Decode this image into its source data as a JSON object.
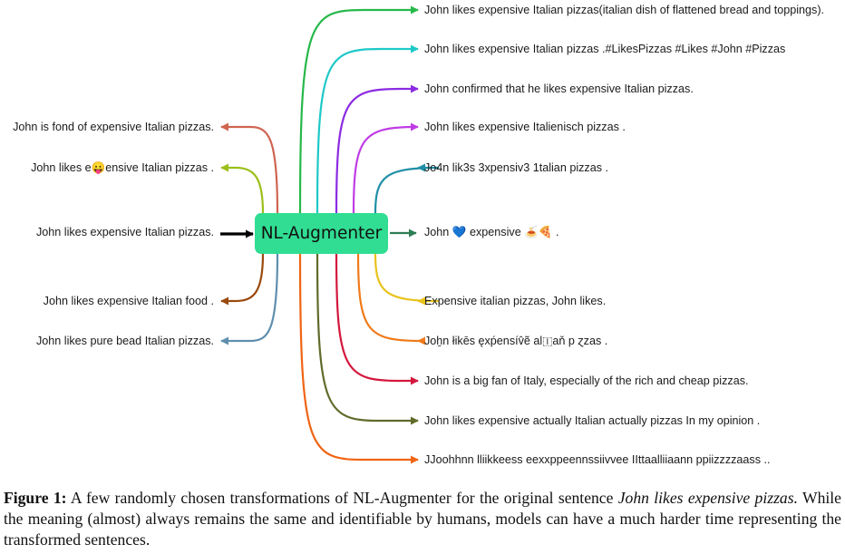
{
  "center_node": {
    "label": "NL-Augmenter"
  },
  "original_sentence": {
    "text": "John likes expensive Italian pizzas."
  },
  "right_sentences": [
    {
      "text": "John likes expensive Italian pizzas(italian dish of flattened bread and toppings).",
      "color": "#27b84a"
    },
    {
      "text": "John likes expensive Italian pizzas .#LikesPizzas #Likes #John #Pizzas",
      "color": "#1ec8c8"
    },
    {
      "text": "John confirmed that he likes expensive Italian pizzas.",
      "color": "#8b2be2"
    },
    {
      "text": "John likes expensive Italienisch pizzas .",
      "color": "#c03ce6"
    },
    {
      "text": "Jo4n lik3s 3xpensiv3 1talian pizzas .",
      "color": "#1f8fa6"
    },
    {
      "text": "John 💙 expensive 🍝🍕 .",
      "color": "#2e7d55"
    },
    {
      "text": "Expensive italian pizzas, John likes.",
      "color": "#e8c31b"
    },
    {
      "text": "Joẖn łikēs ęxṕensív̂ẽ    al🇮aň p  ɀzas .",
      "color": "#f07a1a"
    },
    {
      "text": "John is a big fan of Italy, especially of the rich and cheap pizzas.",
      "color": "#d4173c"
    },
    {
      "text": "John likes expensive actually Italian actually pizzas In my opinion .",
      "color": "#5f6b2a"
    },
    {
      "text": "JJoohhnn  lliikkeess  eexxppeennssiivvee  IIttaalliiaann  ppiizzzzaass ..",
      "color": "#f06414"
    }
  ],
  "left_sentences": [
    {
      "text": "John is fond of expensive Italian pizzas.",
      "color": "#cf6450"
    },
    {
      "text": "John likes e😛ensive Italian pizzas .",
      "color": "#9bbf1a"
    },
    {
      "text": "John likes expensive Italian food .",
      "color": "#9a4a0e"
    },
    {
      "text": "John likes pure bead Italian pizzas.",
      "color": "#5f8fae"
    }
  ],
  "caption": {
    "label": "Figure 1:",
    "text_before": " A few randomly chosen transformations of NL-Augmenter for the original sentence ",
    "emphasis": "John likes expensive pizzas.",
    "text_after": " While the meaning (almost) always remains the same and identifiable by humans, models can have a much harder time representing the transformed sentences."
  }
}
